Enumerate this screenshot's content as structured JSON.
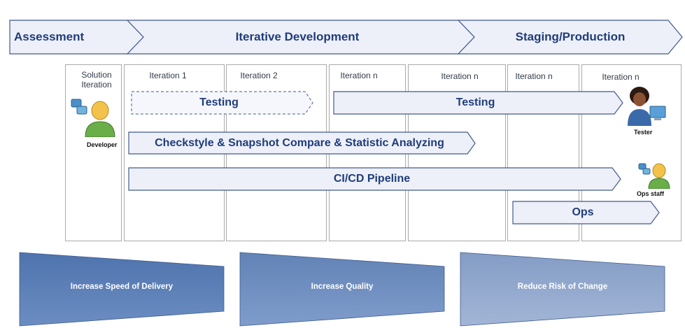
{
  "phases": {
    "assessment": "Assessment",
    "iterative_development": "Iterative Development",
    "staging_production": "Staging/Production"
  },
  "columns": {
    "solution_iteration": "Solution Iteration",
    "iteration_1": "Iteration 1",
    "iteration_2": "Iteration 2",
    "iteration_n_a": "Iteration n",
    "iteration_n_b": "Iteration n",
    "iteration_n_c": "Iteration n",
    "iteration_n_d": "Iteration n"
  },
  "activities": {
    "testing_planned": "Testing",
    "testing": "Testing",
    "checkstyle": "Checkstyle & Snapshot Compare & Statistic Analyzing",
    "cicd": "CI/CD Pipeline",
    "ops": "Ops"
  },
  "roles": {
    "developer": "Developer",
    "tester": "Tester",
    "ops_staff": "Ops staff"
  },
  "benefits": {
    "speed": "Increase Speed of Delivery",
    "quality": "Increase Quality",
    "risk": "Reduce Risk of Change"
  },
  "colors": {
    "phase_fill": "#eef0f9",
    "arrow_stroke": "#3f5a8e",
    "benefit_1": "#5b7fb5",
    "benefit_2": "#7090be",
    "benefit_3": "#8fa6c9"
  }
}
